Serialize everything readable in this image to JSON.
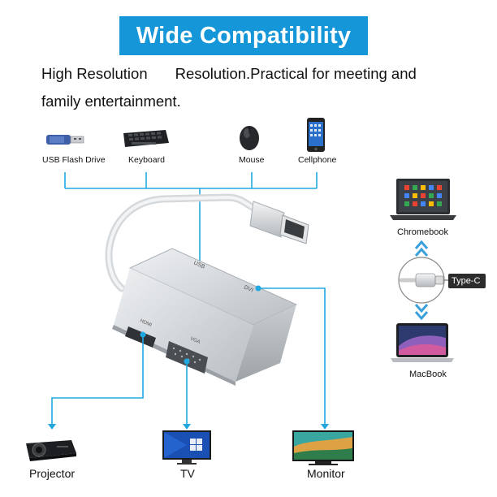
{
  "banner": {
    "title": "Wide Compatibility"
  },
  "description": {
    "line1_a": "High Resolution",
    "line1_b": "Resolution.Practical for meeting and",
    "line2": "family entertainment."
  },
  "top_devices": [
    {
      "label": "USB Flash Drive",
      "icon": "usb-flash-drive-icon"
    },
    {
      "label": "Keyboard",
      "icon": "keyboard-icon"
    },
    {
      "label": "Mouse",
      "icon": "mouse-icon"
    },
    {
      "label": "Cellphone",
      "icon": "cellphone-icon"
    }
  ],
  "adapter_ports": {
    "usb": "USB",
    "dvi": "DVI",
    "hdmi": "HDMI",
    "vga": "VGA"
  },
  "bottom_devices": [
    {
      "label": "Projector",
      "icon": "projector-icon"
    },
    {
      "label": "TV",
      "icon": "tv-icon"
    },
    {
      "label": "Monitor",
      "icon": "monitor-icon"
    }
  ],
  "right_column": {
    "top_label": "Chromebook",
    "connector_label": "Type-C",
    "bottom_label": "MacBook"
  },
  "colors": {
    "accent": "#1496d8",
    "line": "#22a8e0",
    "arrow": "#3aa0dc"
  }
}
